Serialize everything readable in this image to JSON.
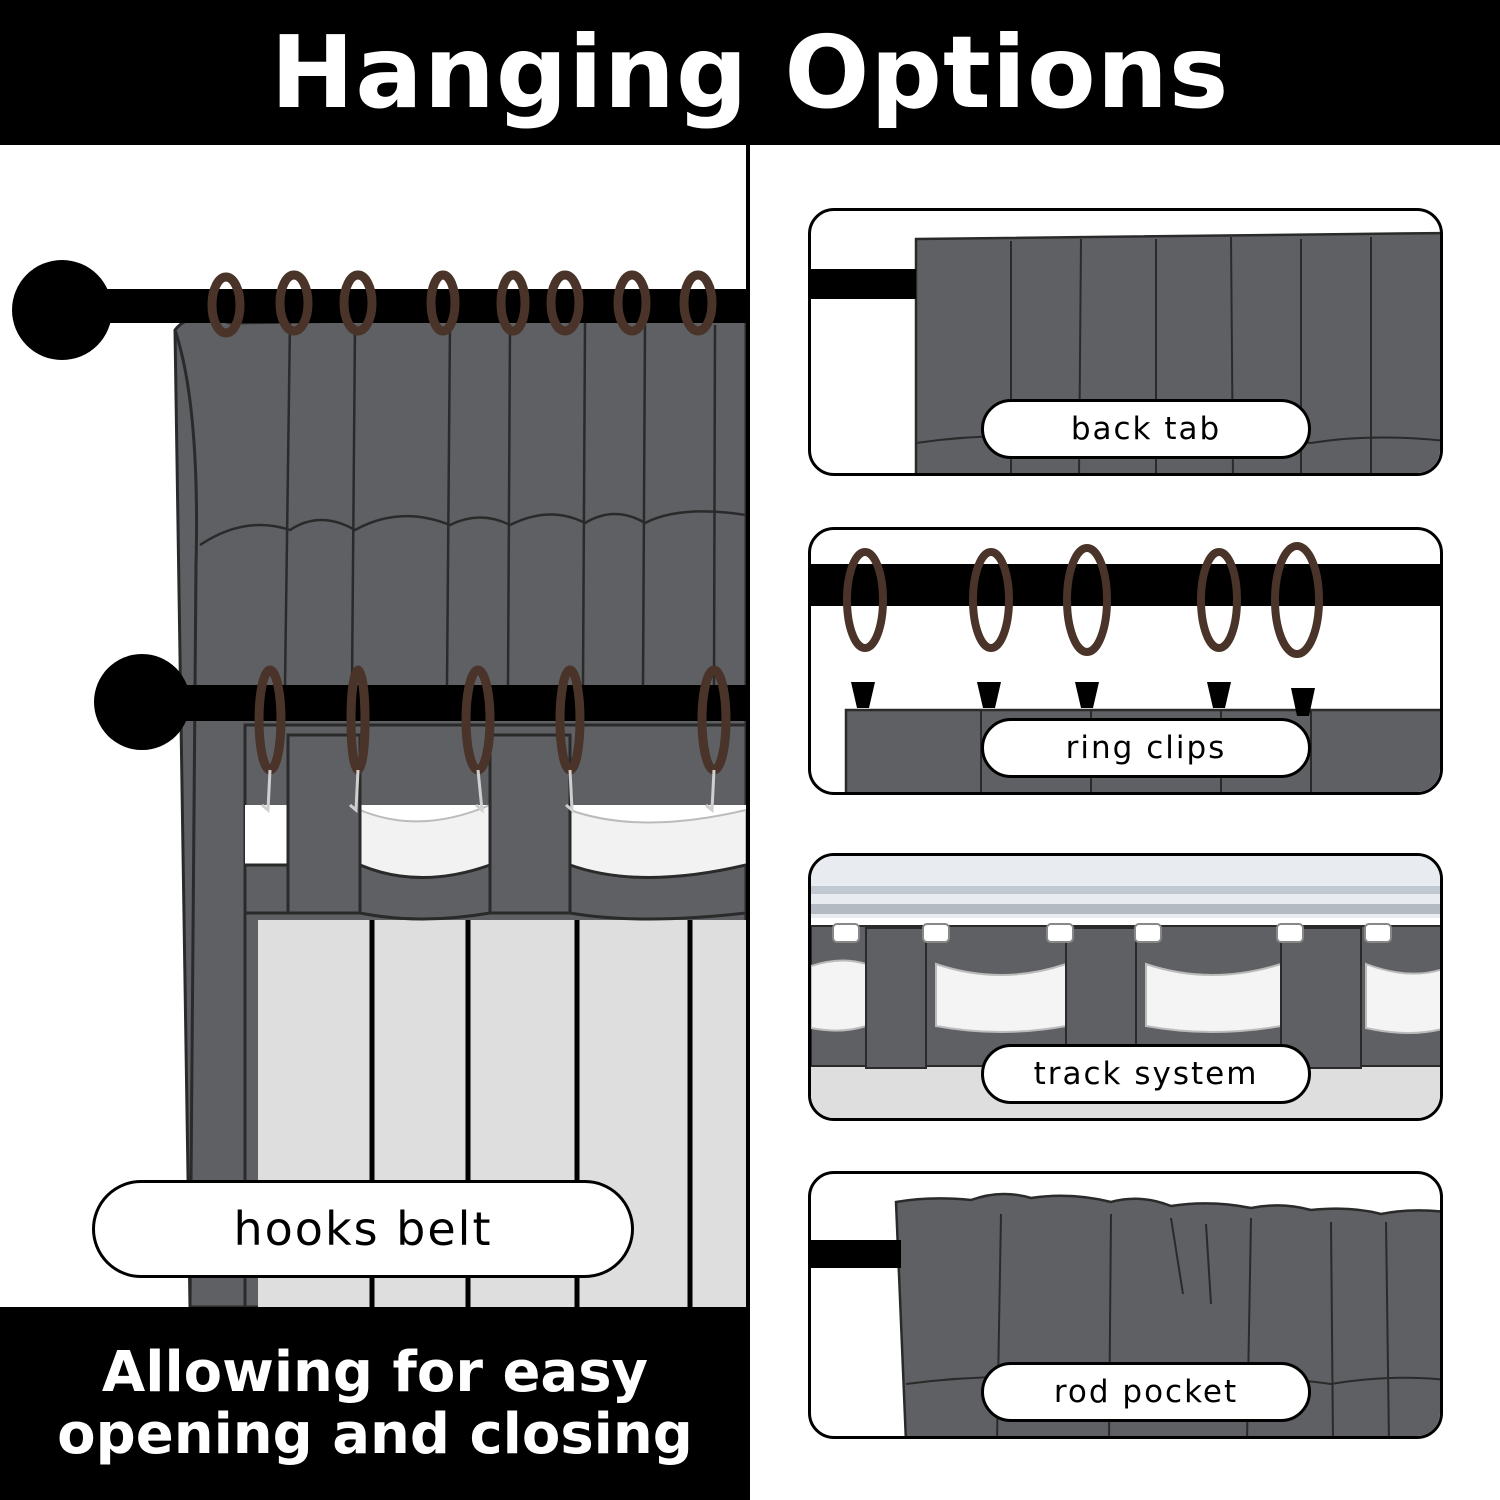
{
  "header": {
    "title": "Hanging Options"
  },
  "main": {
    "label": "hooks belt",
    "tagline_line1": "Allowing for easy",
    "tagline_line2": "opening and closing"
  },
  "options": [
    {
      "label": "back tab"
    },
    {
      "label": "ring clips"
    },
    {
      "label": "track system"
    },
    {
      "label": "rod pocket"
    }
  ],
  "colors": {
    "curtain": "#5e6064",
    "curtain_dark": "#4b4d51",
    "ring": "#4a3328",
    "rod": "#000000",
    "lining": "#dedede"
  }
}
